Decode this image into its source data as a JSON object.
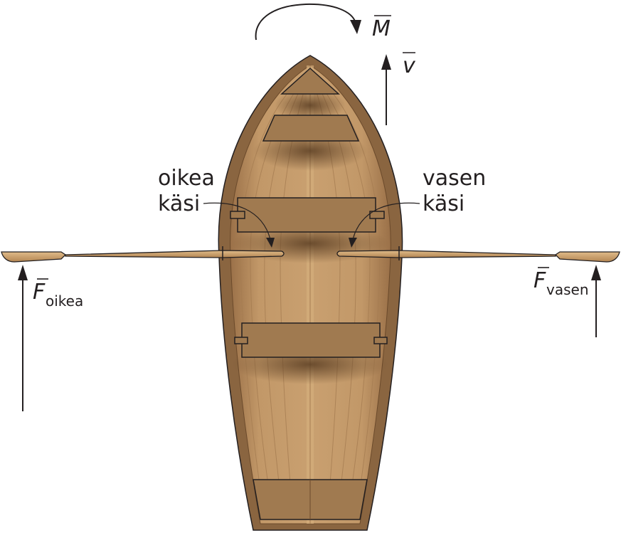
{
  "labels": {
    "moment_symbol": "M",
    "velocity_symbol": "v",
    "right_hand_line1": "oikea",
    "right_hand_line2": "käsi",
    "left_hand_line1": "vasen",
    "left_hand_line2": "käsi",
    "force_symbol": "F",
    "force_right_subscript": "oikea",
    "force_left_subscript": "vasen"
  },
  "colors": {
    "hull_outer": "#8a6540",
    "hull_wood": "#c49a6c",
    "hull_shadow": "#6b4a2b",
    "seat": "#a07a50",
    "oar": "#c9a06e",
    "arrow": "#231f20"
  }
}
